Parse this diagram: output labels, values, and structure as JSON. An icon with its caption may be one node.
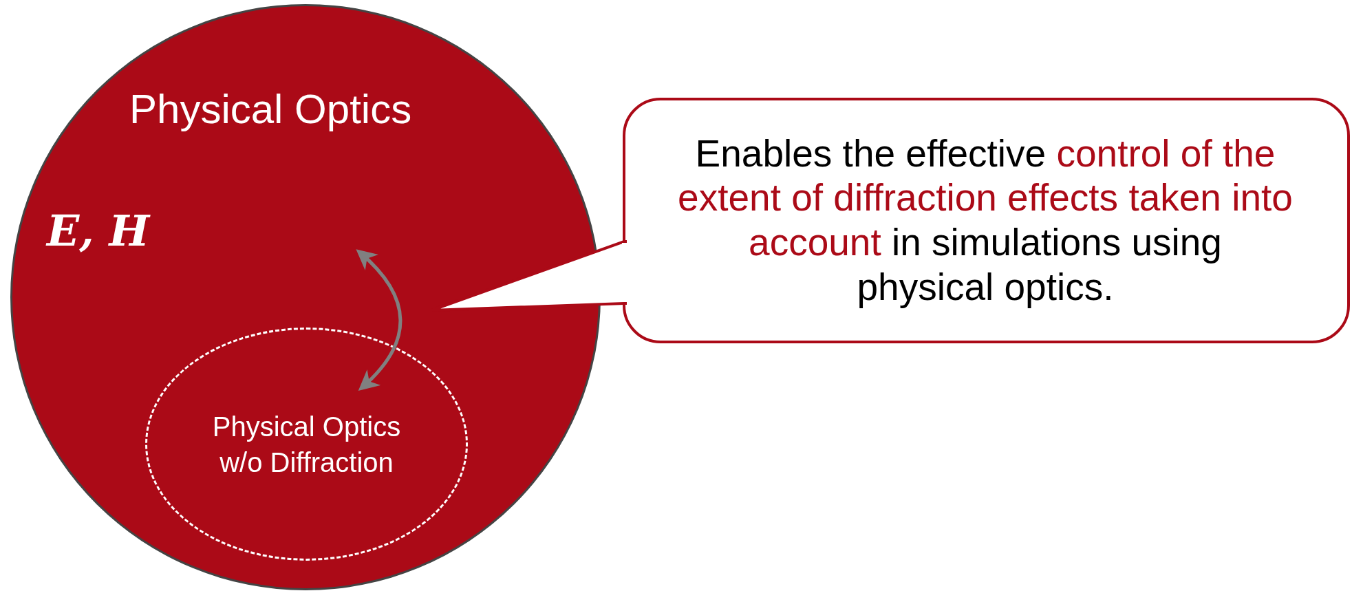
{
  "diagram": {
    "nodes": [
      {
        "text": [
          "Physical Optics",
          "E, H"
        ]
      },
      {
        "text": [
          "Physical Optics w/o Diffraction"
        ],
        "in": 0
      },
      {
        "text": [
          "Enables the effective **control of the extent of diffraction effects taken into account** in simulations using physical optics."
        ]
      }
    ],
    "edges": [
      {
        "from": null,
        "to": 1,
        "arrow": "both"
      }
    ]
  }
}
